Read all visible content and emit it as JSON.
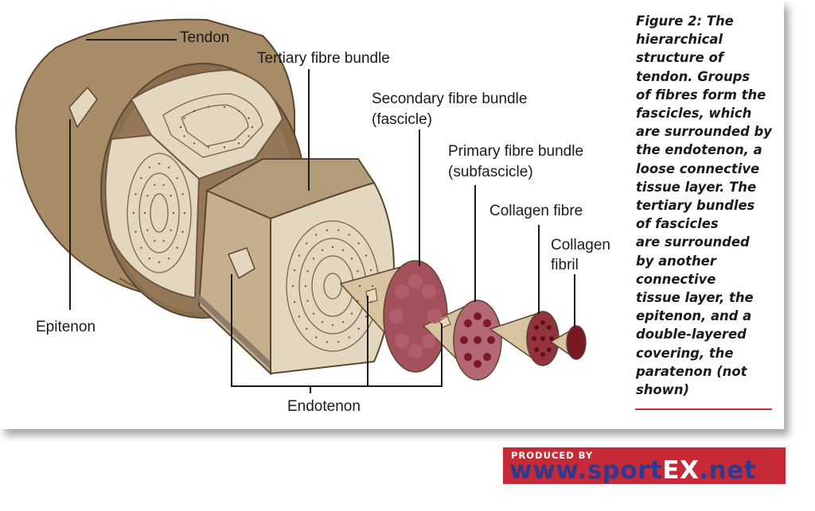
{
  "labels": {
    "tendon": "Tendon",
    "tertiary": "Tertiary fibre bundle",
    "secondary_1": "Secondary fibre bundle",
    "secondary_2": "(fascicle)",
    "primary_1": "Primary fibre bundle",
    "primary_2": "(subfascicle)",
    "collagen_fibre": "Collagen fibre",
    "collagen_fibril_1": "Collagen",
    "collagen_fibril_2": "fibril",
    "epitenon": "Epitenon",
    "endotenon": "Endotenon"
  },
  "caption": "Figure 2: The\nhierarchical\nstructure of\ntendon. Groups\nof fibres form the\nfascicles, which\nare surrounded by\nthe endotenon, a\nloose connective\ntissue layer. The\ntertiary bundles\nof fascicles\nare surrounded\nby another\nconnective\ntissue layer, the\nepitenon, and a\ndouble-layered\ncovering, the\nparatenon (not\nshown)",
  "banner": {
    "produced_by": "PRODUCED BY",
    "url_prefix": "www.sport",
    "url_ex": "EX",
    "url_suffix": ".net"
  },
  "colors": {
    "tendon_body": "#a88b67",
    "tendon_dark": "#8a6f4f",
    "face_light": "#e4d7bf",
    "fascicle_red": "#a4515c",
    "fibril_dark": "#7b1826",
    "accent_red": "#c62a36",
    "banner_blue": "#2e3a8f"
  }
}
